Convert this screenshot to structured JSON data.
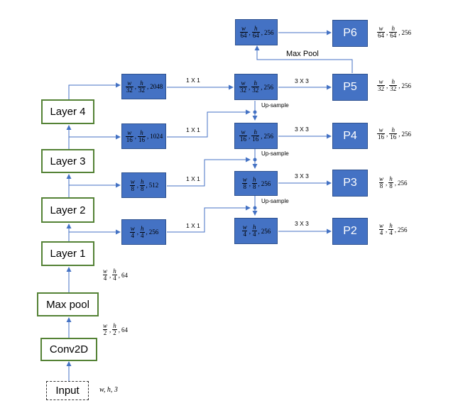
{
  "backbone": {
    "input": "Input",
    "conv2d": "Conv2D",
    "maxpool": "Max pool",
    "layer1": "Layer 1",
    "layer2": "Layer 2",
    "layer3": "Layer 3",
    "layer4": "Layer 4"
  },
  "input_dims": "w, h, 3",
  "conv2d_dims": {
    "w": "w",
    "h": "h",
    "wden": "2",
    "hden": "2",
    "ch": "64"
  },
  "maxpool_dims": {
    "w": "w",
    "h": "h",
    "wden": "4",
    "hden": "4",
    "ch": "64"
  },
  "lateral_boxes": {
    "c5": {
      "w": "w",
      "h": "h",
      "wden": "32",
      "hden": "32",
      "ch": "2048"
    },
    "c4": {
      "w": "w",
      "h": "h",
      "wden": "16",
      "hden": "16",
      "ch": "1024"
    },
    "c3": {
      "w": "w",
      "h": "h",
      "wden": "8",
      "hden": "8",
      "ch": "512"
    },
    "c2": {
      "w": "w",
      "h": "h",
      "wden": "4",
      "hden": "4",
      "ch": "256"
    }
  },
  "top_down_boxes": {
    "m6": {
      "w": "w",
      "h": "h",
      "wden": "64",
      "hden": "64",
      "ch": "256"
    },
    "m5": {
      "w": "w",
      "h": "h",
      "wden": "32",
      "hden": "32",
      "ch": "256"
    },
    "m4": {
      "w": "w",
      "h": "h",
      "wden": "16",
      "hden": "16",
      "ch": "256"
    },
    "m3": {
      "w": "w",
      "h": "h",
      "wden": "8",
      "hden": "8",
      "ch": "256"
    },
    "m2": {
      "w": "w",
      "h": "h",
      "wden": "4",
      "hden": "4",
      "ch": "256"
    }
  },
  "outputs": {
    "p6": {
      "label": "P6",
      "w": "w",
      "h": "h",
      "wden": "64",
      "hden": "64",
      "ch": "256"
    },
    "p5": {
      "label": "P5",
      "w": "w",
      "h": "h",
      "wden": "32",
      "hden": "32",
      "ch": "256"
    },
    "p4": {
      "label": "P4",
      "w": "w",
      "h": "h",
      "wden": "16",
      "hden": "16",
      "ch": "256"
    },
    "p3": {
      "label": "P3",
      "w": "w",
      "h": "h",
      "wden": "8",
      "hden": "8",
      "ch": "256"
    },
    "p2": {
      "label": "P2",
      "w": "w",
      "h": "h",
      "wden": "4",
      "hden": "4",
      "ch": "256"
    }
  },
  "labels": {
    "conv1x1": "1 X 1",
    "conv3x3": "3 X 3",
    "upsample": "Up-sample",
    "maxpool_p6": "Max Pool"
  },
  "colors": {
    "feature_box": "#4472c4",
    "backbone_border": "#548235",
    "arrow": "#4472c4"
  }
}
